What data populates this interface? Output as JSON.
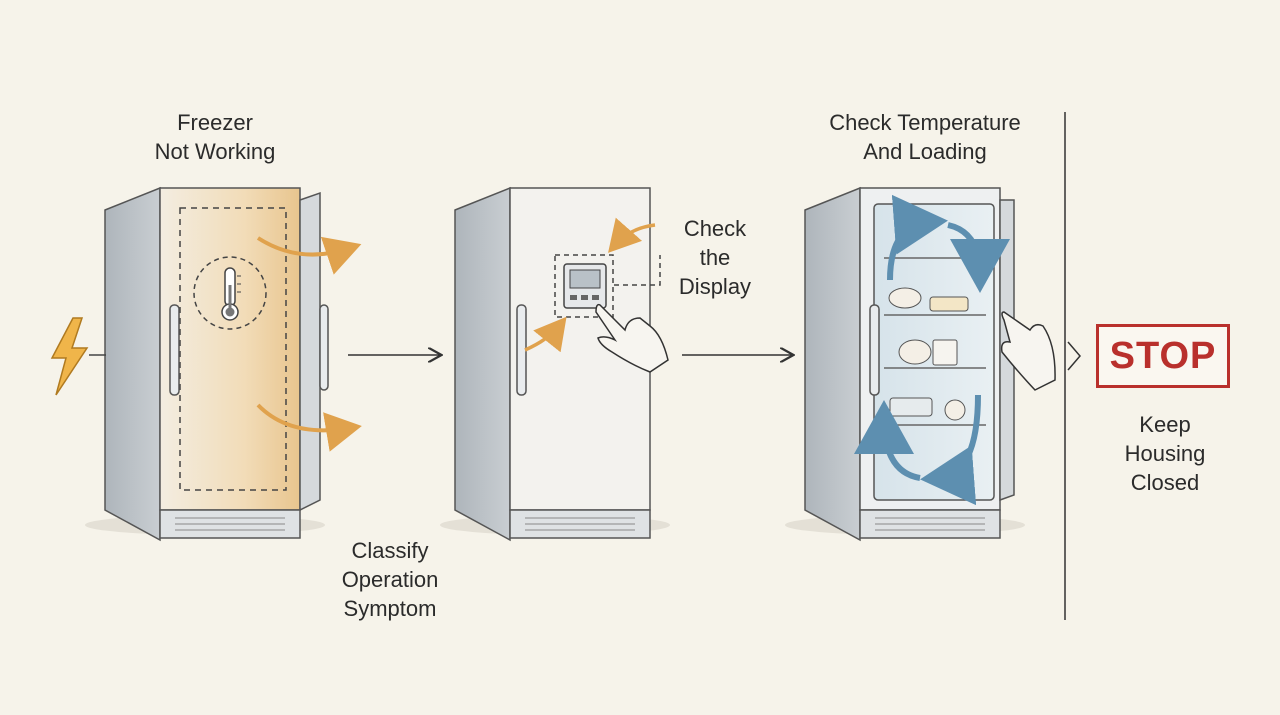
{
  "steps": {
    "freezer_not_working": "Freezer\nNot Working",
    "check_display": "Check\nthe\nDisplay",
    "classify_symptom": "Classify\nOperation\nSymptom",
    "check_temperature": "Check Temperature\nAnd Loading",
    "stop_label": "STOP",
    "keep_closed": "Keep\nHousing\nClosed"
  },
  "icons": {
    "power": "lightning-bolt-icon",
    "thermometer": "thermometer-icon",
    "display": "control-display-icon",
    "hand": "hand-icon",
    "airflow": "airflow-arrows-icon",
    "food": "food-items-icon"
  },
  "colors": {
    "accent_orange": "#e0a24d",
    "stop_red": "#b9302c",
    "airflow_blue": "#5d8fb0",
    "background": "#f6f3ea"
  }
}
